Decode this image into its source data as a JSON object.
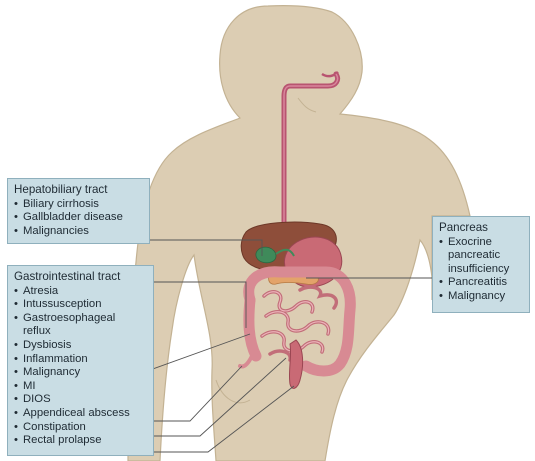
{
  "hepatobiliary": {
    "title": "Hepatobiliary tract",
    "items": [
      "Biliary cirrhosis",
      "Gallbladder disease",
      "Malignancies"
    ]
  },
  "pancreas": {
    "title": "Pancreas",
    "items": [
      "Exocrine",
      "pancreatic",
      "insufficiency",
      "Pancreatitis",
      "Malignancy"
    ]
  },
  "gastrointestinal": {
    "title": "Gastrointestinal tract",
    "items": [
      "Atresia",
      "Intussusception",
      "Gastroesophageal",
      "reflux",
      "Dysbiosis",
      "Inflammation",
      "Malignancy",
      "MI",
      "DIOS",
      "Appendiceal abscess",
      "Constipation",
      "Rectal prolapse"
    ]
  },
  "colors": {
    "body": "#dccdb3",
    "body_outline": "#c3b293",
    "esophagus": "#b85470",
    "liver": "#8e4e3a",
    "stomach": "#c96a75",
    "intestine": "#d88a93",
    "gallbladder": "#3f8a5a",
    "pancreas": "#e3a36a",
    "box_fill": "#c9dde4",
    "box_border": "#8fb0bd",
    "leader": "#555555"
  }
}
